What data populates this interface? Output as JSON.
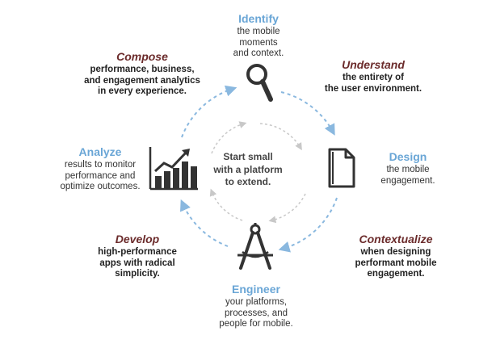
{
  "center_text": "Start small\nwith a platform\nto extend.",
  "steps": {
    "identify": {
      "title": "Identify",
      "desc": "the mobile\nmoments\nand context."
    },
    "understand": {
      "title": "Understand",
      "desc": "the entirety of\nthe user environment."
    },
    "design": {
      "title": "Design",
      "desc": "the mobile\nengagement."
    },
    "contextualize": {
      "title": "Contextualize",
      "desc": "when designing\nperformant mobile\nengagement."
    },
    "engineer": {
      "title": "Engineer",
      "desc": "your platforms,\nprocesses, and\npeople for mobile."
    },
    "develop": {
      "title": "Develop",
      "desc": "high-performance\napps with radical\nsimplicity."
    },
    "analyze": {
      "title": "Analyze",
      "desc": "results to monitor\nperformance and\noptimize outcomes."
    },
    "compose": {
      "title": "Compose",
      "desc": "performance, business,\nand engagement analytics\nin every experience."
    }
  },
  "colors": {
    "blue_title": "#6aa6d6",
    "maroon_title": "#6b2b2b",
    "outer_arrow": "#8ab8df",
    "inner_arrow": "#c8c8c8",
    "icon": "#333333"
  },
  "icons": [
    "magnifier-icon",
    "document-icon",
    "compass-icon",
    "bar-chart-icon"
  ]
}
